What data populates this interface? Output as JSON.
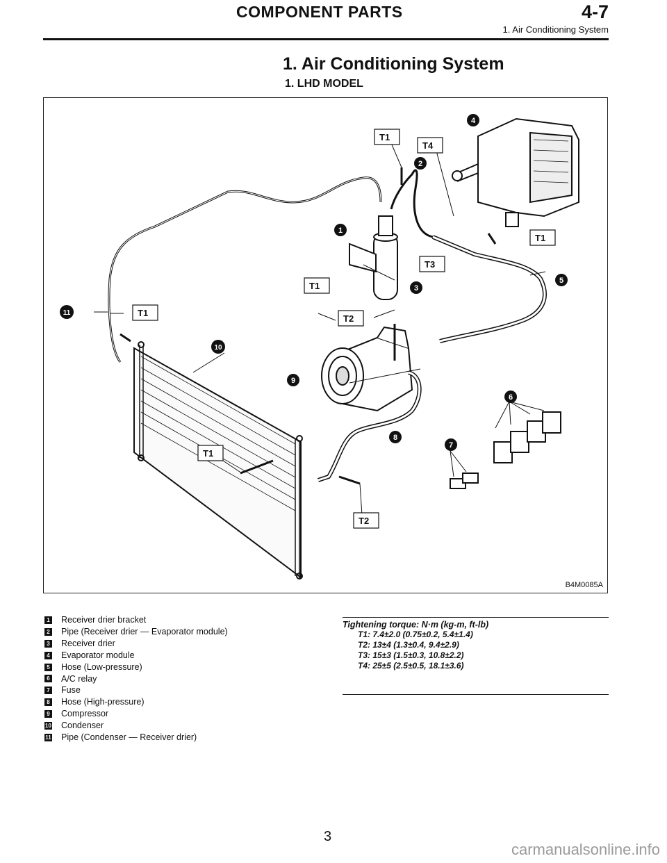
{
  "header": {
    "section": "COMPONENT PARTS",
    "chapter": "4-7",
    "sub": "1. Air Conditioning System"
  },
  "title": "1. Air Conditioning System",
  "subtitle": "1. LHD MODEL",
  "figure": {
    "id": "B4M0085A",
    "torque_labels": [
      "T1",
      "T4",
      "T1",
      "T3",
      "T1",
      "T1",
      "T2",
      "T1",
      "T2"
    ],
    "callouts": [
      "1",
      "2",
      "3",
      "4",
      "5",
      "6",
      "7",
      "8",
      "9",
      "10",
      "11"
    ]
  },
  "legend": [
    {
      "num": "1",
      "text": "Receiver drier bracket"
    },
    {
      "num": "2",
      "text": "Pipe (Receiver drier — Evaporator module)"
    },
    {
      "num": "3",
      "text": "Receiver drier"
    },
    {
      "num": "4",
      "text": "Evaporator module"
    },
    {
      "num": "5",
      "text": "Hose (Low-pressure)"
    },
    {
      "num": "6",
      "text": "A/C relay"
    },
    {
      "num": "7",
      "text": "Fuse"
    },
    {
      "num": "8",
      "text": "Hose (High-pressure)"
    },
    {
      "num": "9",
      "text": "Compressor"
    },
    {
      "num": "10",
      "text": "Condenser"
    },
    {
      "num": "11",
      "text": "Pipe (Condenser — Receiver drier)"
    }
  ],
  "torque": {
    "title": "Tightening torque: N·m (kg-m, ft-lb)",
    "lines": [
      "T1: 7.4±2.0 (0.75±0.2, 5.4±1.4)",
      "T2: 13±4 (1.3±0.4, 9.4±2.9)",
      "T3: 15±3 (1.5±0.3, 10.8±2.2)",
      "T4: 25±5 (2.5±0.5, 18.1±3.6)"
    ]
  },
  "page_number": "3",
  "watermark": "carmanualsonline.info"
}
